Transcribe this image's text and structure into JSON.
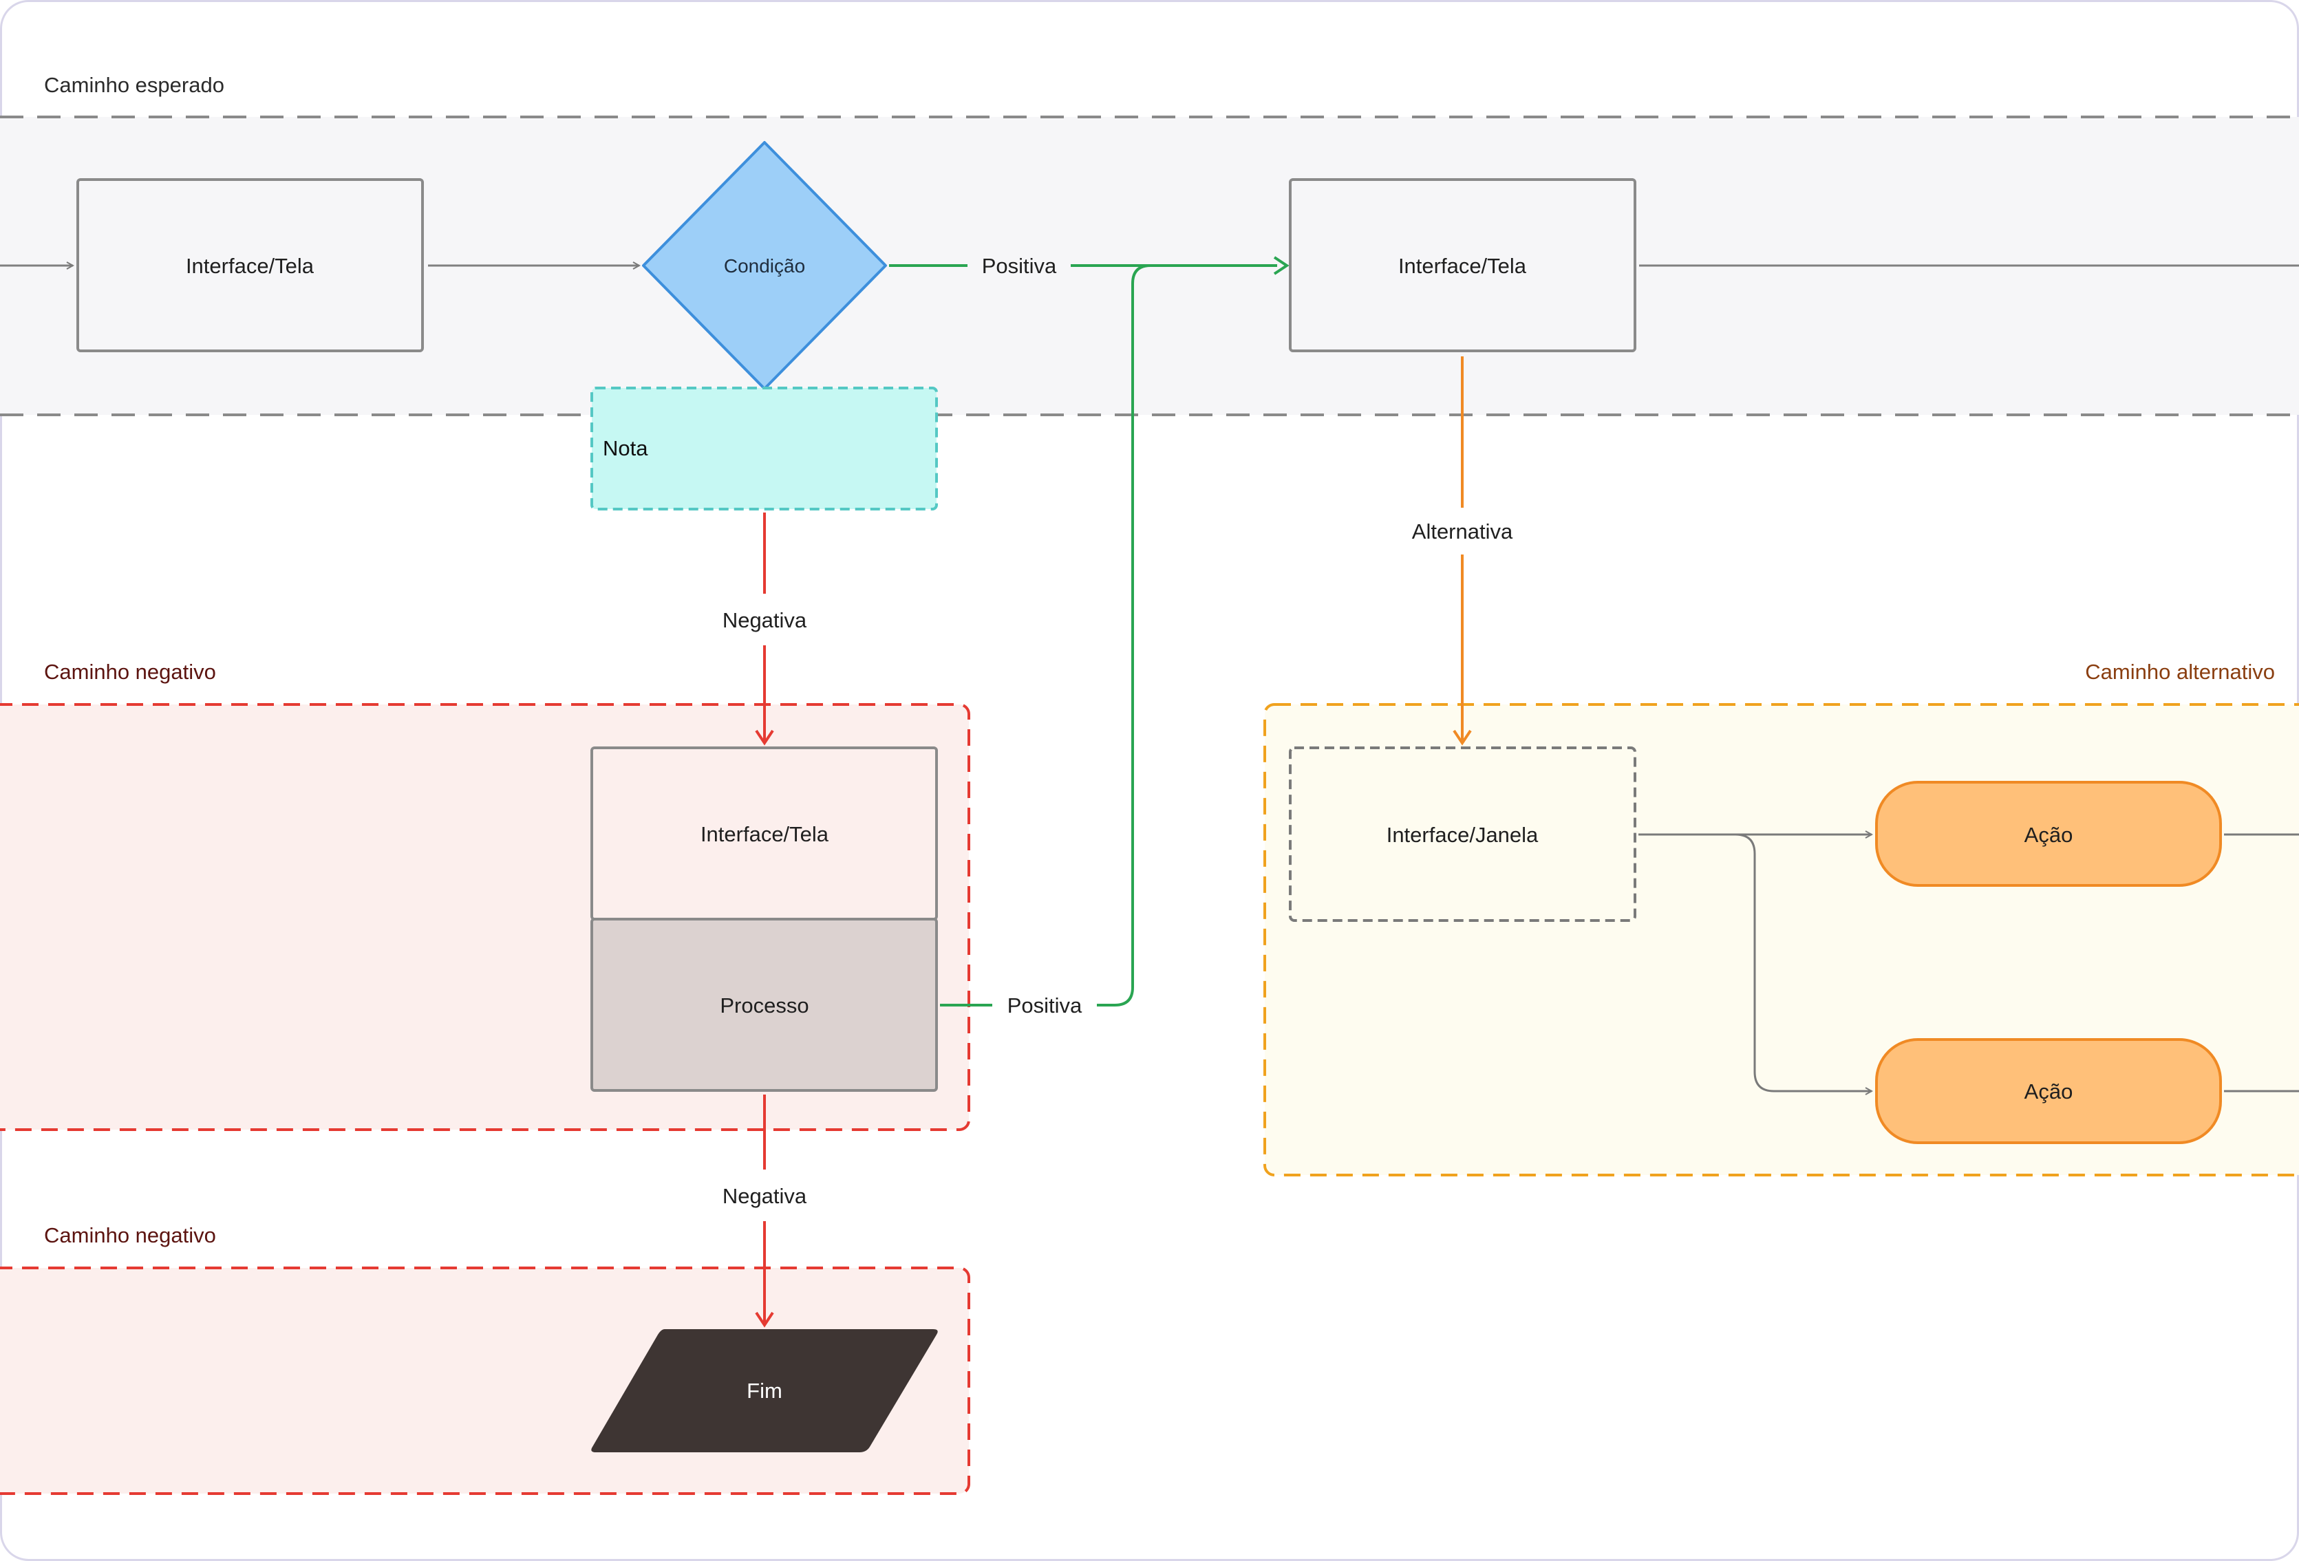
{
  "lanes": {
    "expected": {
      "label": "Caminho esperado"
    },
    "negative_1": {
      "label": "Caminho negativo"
    },
    "negative_2": {
      "label": "Caminho negativo"
    },
    "alternative": {
      "label": "Caminho alternativo"
    }
  },
  "nodes": {
    "screen_start": {
      "label": "Interface/Tela"
    },
    "condition": {
      "label": "Condição"
    },
    "screen_positive": {
      "label": "Interface/Tela"
    },
    "note": {
      "label": "Nota"
    },
    "screen_negative": {
      "label": "Interface/Tela"
    },
    "process": {
      "label": "Processo"
    },
    "end": {
      "label": "Fim"
    },
    "window_alt": {
      "label": "Interface/Janela"
    },
    "action_1": {
      "label": "Ação"
    },
    "action_2": {
      "label": "Ação"
    }
  },
  "edges": {
    "condition_positive": {
      "label": "Positiva"
    },
    "note_negative": {
      "label": "Negativa"
    },
    "process_positive": {
      "label": "Positiva"
    },
    "process_negative": {
      "label": "Negativa"
    },
    "screen_alternative": {
      "label": "Alternativa"
    }
  },
  "colors": {
    "neutral_line": "#808080",
    "positive": "#2aa552",
    "negative": "#e53a32",
    "alternative": "#f08a24",
    "condition_fill": "#9dcff8",
    "condition_stroke": "#3d8fdc",
    "note_fill": "#c6f8f3",
    "note_stroke": "#55c8c4",
    "action_fill": "#ffc079",
    "action_stroke": "#f08a24",
    "end_fill": "#3e3533",
    "process_fill": "#dcd2d0"
  }
}
